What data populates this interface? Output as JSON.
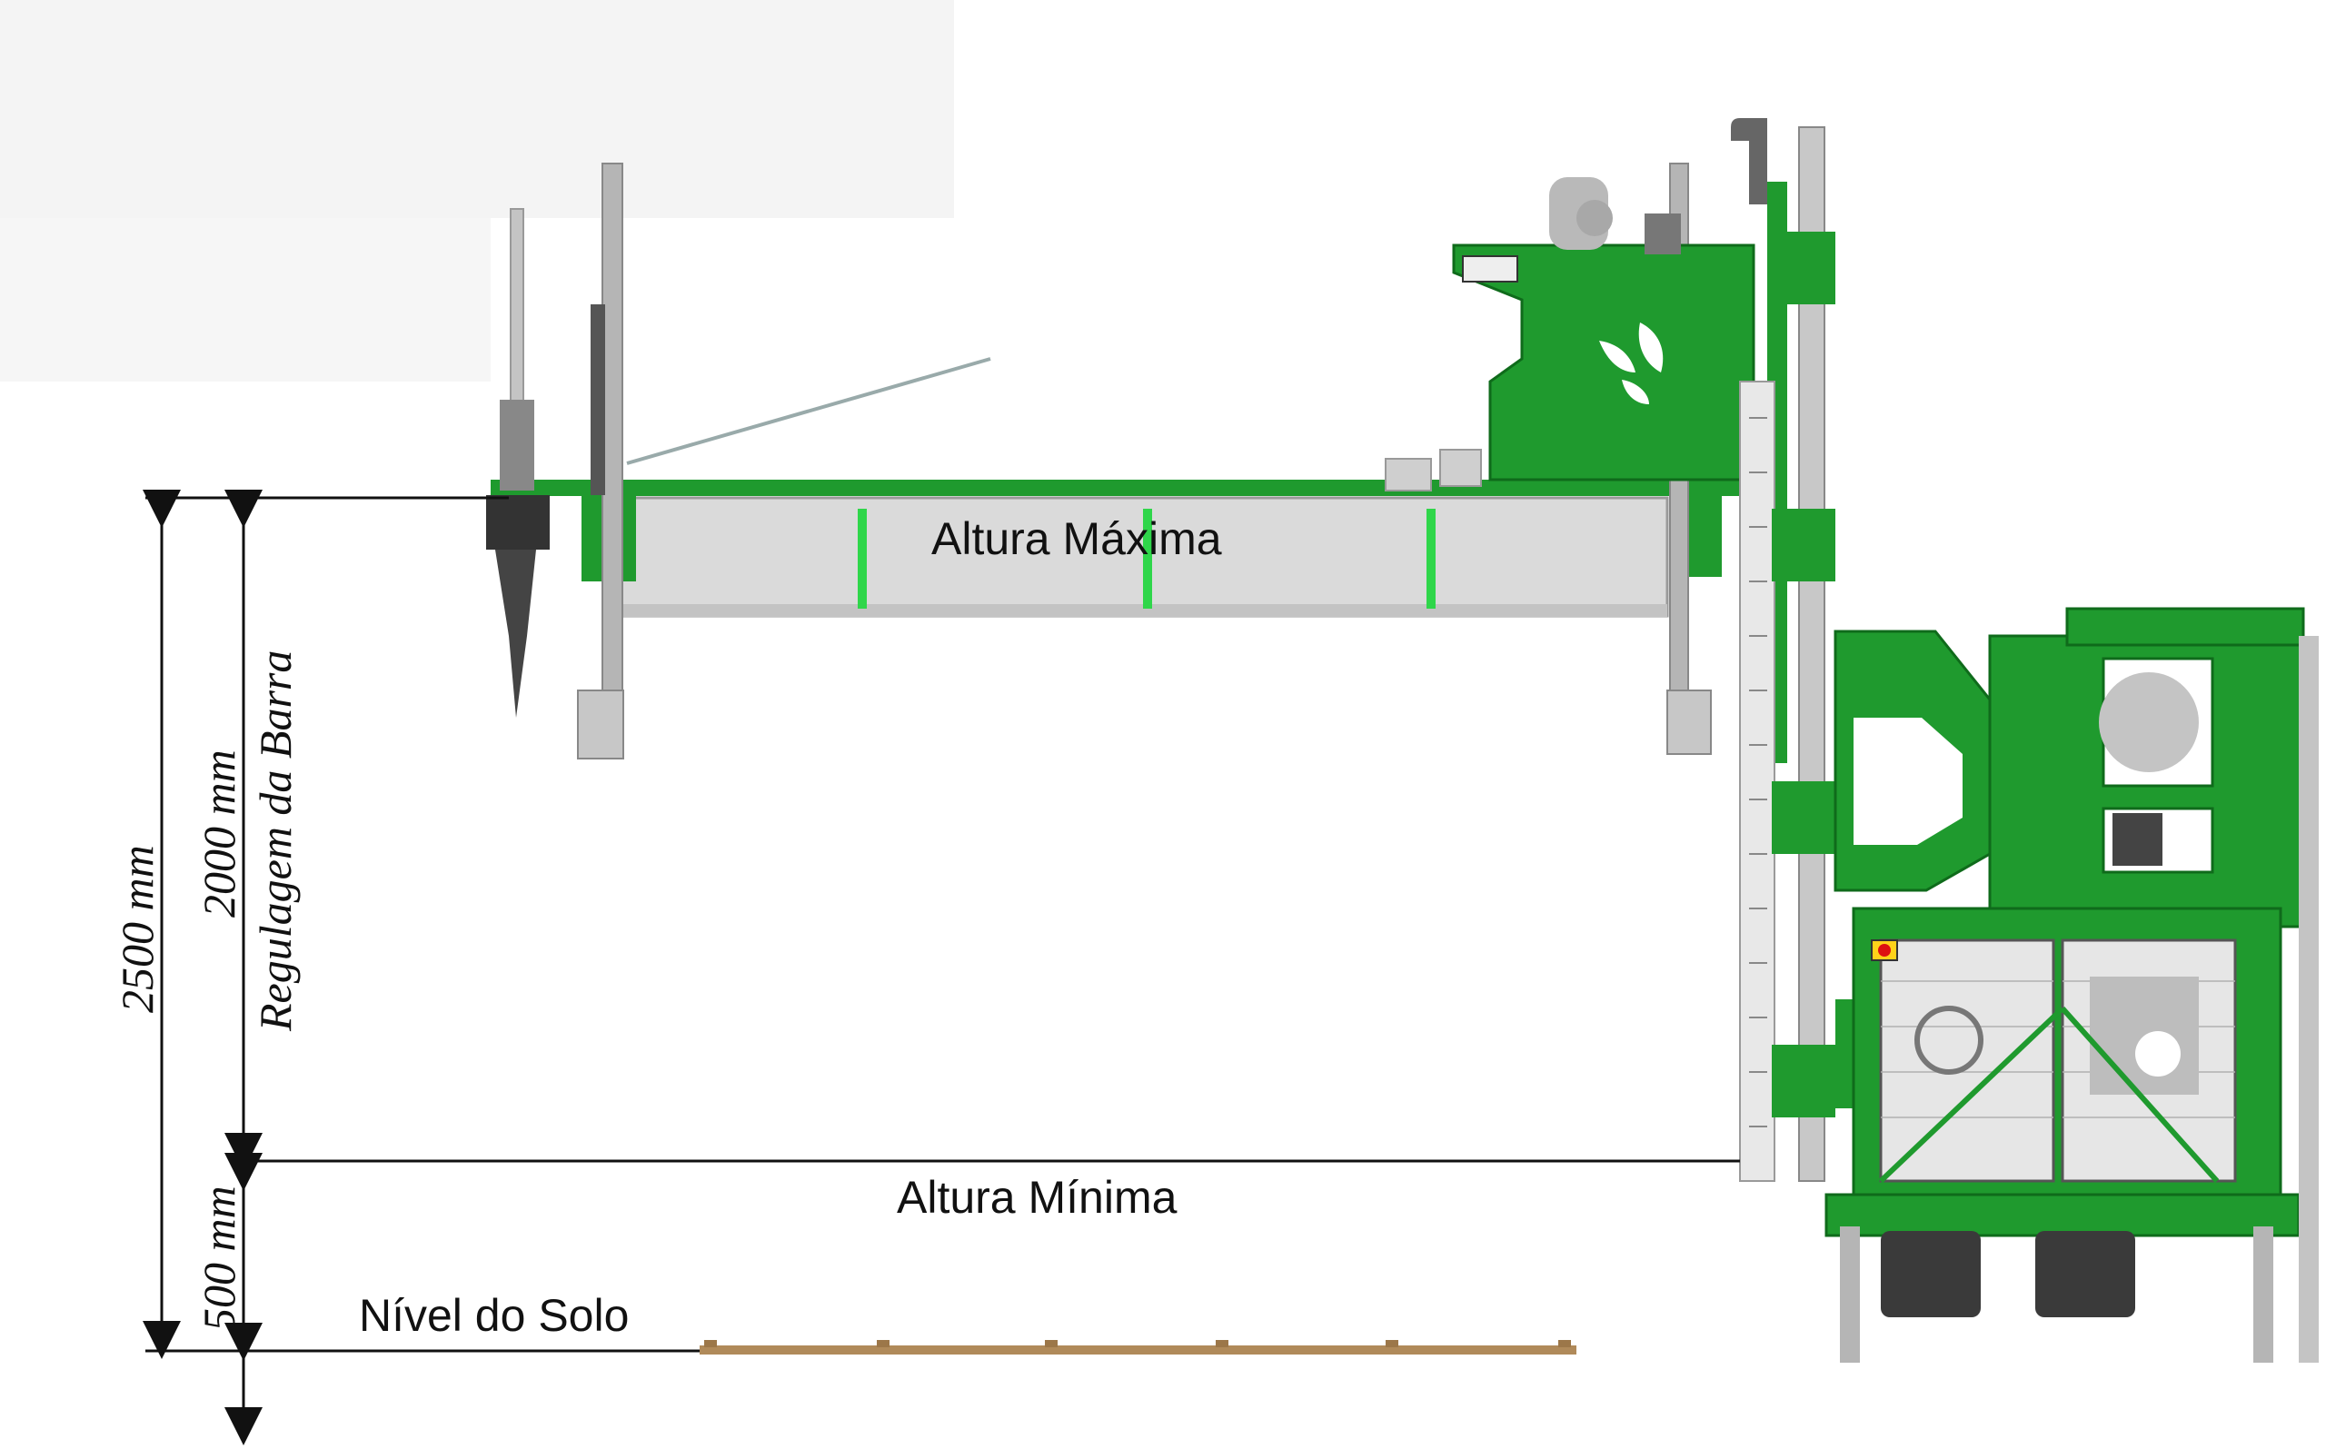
{
  "labels": {
    "max_height": "Altura Máxima",
    "min_height": "Altura Mínima",
    "ground_level": "Nível do Solo",
    "boom_adjust": "Regulagem da Barra"
  },
  "dimensions": {
    "total": "2500 mm",
    "adjust": "2000 mm",
    "min": "500 mm"
  },
  "colors": {
    "machine_green": "#1f9a2e",
    "machine_dark_green": "#137a22",
    "boom_gray": "#d9d9d9",
    "metal_gray": "#a9a9a9",
    "ground_brown": "#b08a5a",
    "line": "#111111"
  },
  "icons": {
    "brand_leaf": "leaf-logo-icon"
  }
}
